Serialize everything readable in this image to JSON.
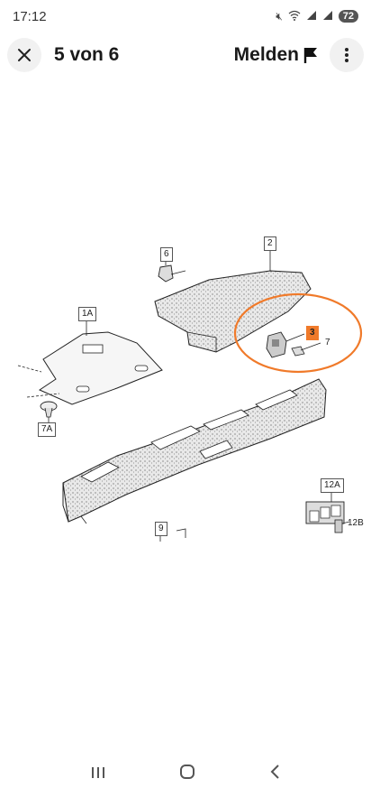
{
  "status_bar": {
    "time": "17:12",
    "battery": "72",
    "icons": [
      "mute-icon",
      "wifi-icon",
      "signal-icon",
      "signal-icon"
    ]
  },
  "top_bar": {
    "page_counter": "5 von 6",
    "report_label": "Melden",
    "icons": [
      "close-icon",
      "flag-icon",
      "more-vert-icon"
    ]
  },
  "diagram": {
    "callouts": {
      "c1a": "1A",
      "c2": "2",
      "c3": "3",
      "c6": "6",
      "c7": "7",
      "c7a": "7A",
      "c9": "9",
      "c12a": "12A",
      "c12b": "12B"
    },
    "highlight_color": "#f07a2a",
    "circle_color": "#f07a2a"
  },
  "nav_bar": {
    "icons": [
      "recents-icon",
      "home-icon",
      "back-icon"
    ]
  }
}
